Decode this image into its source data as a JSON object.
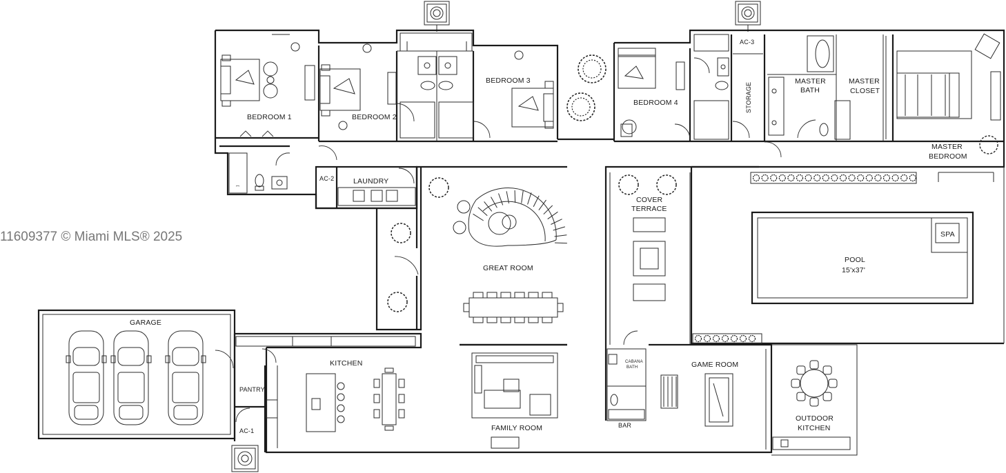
{
  "watermark": "11609377 © Miami MLS® 2025",
  "rooms": {
    "bedroom1": "BEDROOM 1",
    "bedroom2": "BEDROOM 2",
    "bedroom3": "BEDROOM 3",
    "bedroom4": "BEDROOM 4",
    "ac3": "AC-3",
    "storage": "STORAGE",
    "master_bath_1": "MASTER",
    "master_bath_2": "BATH",
    "master_closet_1": "MASTER",
    "master_closet_2": "CLOSET",
    "master_bedroom_1": "MASTER",
    "master_bedroom_2": "BEDROOM",
    "ac2": "AC-2",
    "laundry": "LAUNDRY",
    "great_room": "GREAT ROOM",
    "cover_terrace_1": "COVER",
    "cover_terrace_2": "TERRACE",
    "pool": "POOL",
    "pool_size": "15'x37'",
    "spa": "SPA",
    "garage": "GARAGE",
    "kitchen": "KITCHEN",
    "pantry": "PANTRY",
    "ac1": "AC-1",
    "family_room": "FAMILY ROOM",
    "cabana_bath_1": "CABANA",
    "cabana_bath_2": "BATH",
    "bar": "BAR",
    "game_room": "GAME ROOM",
    "outdoor_kitchen_1": "OUTDOOR",
    "outdoor_kitchen_2": "KITCHEN"
  },
  "icons": [
    "ac-unit-icon",
    "tree-icon",
    "car-icon",
    "spiral-stair-icon",
    "pool-table-icon",
    "dining-table-icon",
    "bed-icon",
    "toilet-icon",
    "tub-icon"
  ]
}
